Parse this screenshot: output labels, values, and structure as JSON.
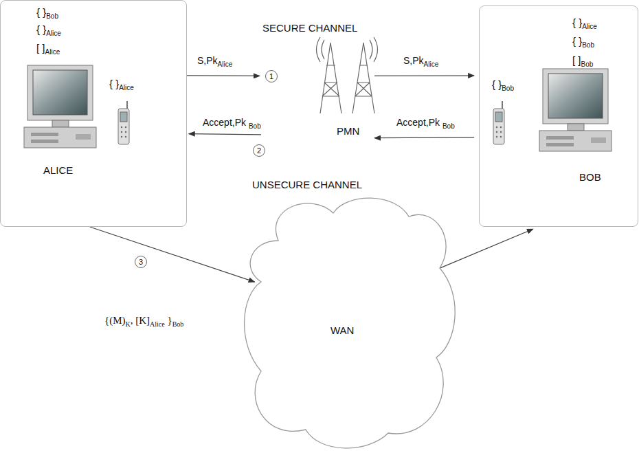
{
  "diagram": {
    "nodes": [
      {
        "text": [
          "{ }Bob",
          "{ }Alice",
          "[ ]Alice",
          "{ }Alice",
          "ALICE"
        ]
      },
      {
        "text": [
          "SECURE CHANNEL",
          "PMN"
        ]
      },
      {
        "text": [
          "{ }Alice",
          "{ }Bob",
          "[ ]Bob",
          "{ }Bob",
          "BOB"
        ]
      },
      {
        "text": [
          "UNSECURE CHANNEL",
          "WAN"
        ]
      }
    ],
    "edges": [
      {
        "from": 0,
        "to": 1,
        "label": "S,PkAlice",
        "arrow": "to"
      },
      {
        "from": 1,
        "to": 2,
        "label": "S,PkAlice",
        "arrow": "to"
      },
      {
        "from": 2,
        "to": 1,
        "label": "Accept,Pk Bob",
        "arrow": "to"
      },
      {
        "from": 1,
        "to": 0,
        "label": "Accept,Pk Bob",
        "arrow": "to"
      },
      {
        "from": 0,
        "to": 3,
        "arrow": "to"
      },
      {
        "from": 3,
        "to": 2,
        "arrow": "to"
      }
    ],
    "labels": [
      "1",
      "2",
      "3",
      "{(M)K, [K]Alice }Bob"
    ]
  }
}
